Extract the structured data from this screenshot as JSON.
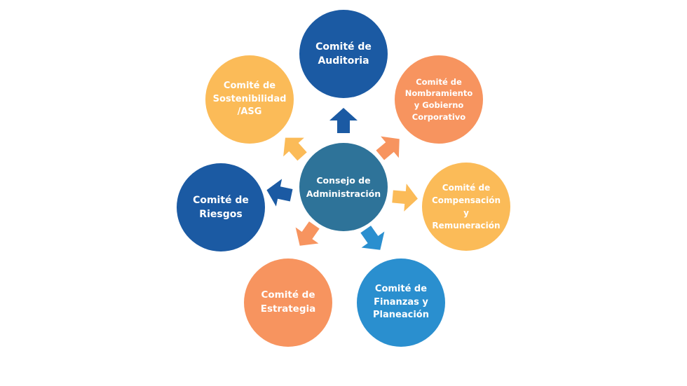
{
  "center": {
    "label": "Consejo de\nAdministración",
    "color": "#2e7399"
  },
  "committees": [
    {
      "id": "auditoria",
      "label": "Comité de\nAuditoria",
      "color": "#1b5aa3"
    },
    {
      "id": "nombramiento",
      "label": "Comité de\nNombramiento\ny Gobierno\nCorporativo",
      "color": "#f7945f"
    },
    {
      "id": "compensacion",
      "label": "Comité de\nCompensación\ny\nRemuneración",
      "color": "#fbbb58"
    },
    {
      "id": "finanzas",
      "label": "Comité de\nFinanzas y\nPlaneación",
      "color": "#2a8fcf"
    },
    {
      "id": "estrategia",
      "label": "Comité de\nEstrategia",
      "color": "#f7945f"
    },
    {
      "id": "riesgos",
      "label": "Comité de\nRiesgos",
      "color": "#1b5aa3"
    },
    {
      "id": "sostenibilidad",
      "label": "Comité de\nSostenibilidad\n/ASG",
      "color": "#fbbb58"
    }
  ],
  "arrows": [
    {
      "target": "auditoria",
      "color": "#1b5aa3"
    },
    {
      "target": "nombramiento",
      "color": "#f7945f"
    },
    {
      "target": "compensacion",
      "color": "#fbbb58"
    },
    {
      "target": "finanzas",
      "color": "#2a8fcf"
    },
    {
      "target": "estrategia",
      "color": "#f7945f"
    },
    {
      "target": "riesgos",
      "color": "#1b5aa3"
    },
    {
      "target": "sostenibilidad",
      "color": "#fbbb58"
    }
  ]
}
